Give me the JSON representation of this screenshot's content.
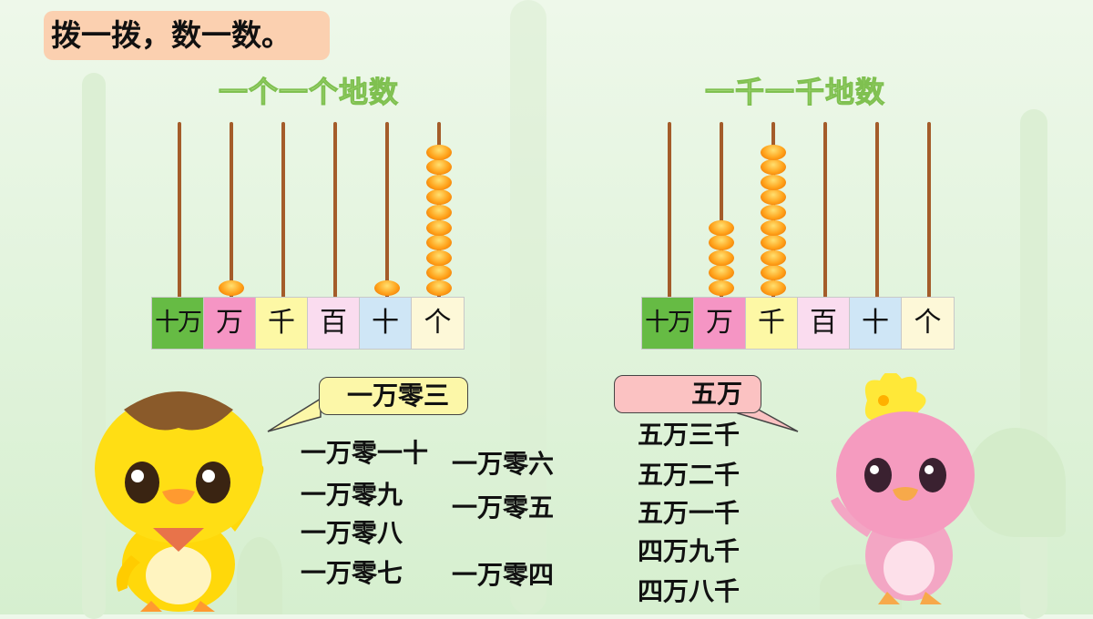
{
  "title": "拨一拨，数一数。",
  "left_abacus": {
    "title": "一个一个地数",
    "columns": [
      {
        "label": "十万",
        "beads": 0,
        "color": "#66bb44"
      },
      {
        "label": "万",
        "beads": 1,
        "color": "#f595c4"
      },
      {
        "label": "千",
        "beads": 0,
        "color": "#fdf8a5"
      },
      {
        "label": "百",
        "beads": 0,
        "color": "#fadcef"
      },
      {
        "label": "十",
        "beads": 1,
        "color": "#cfe6f6"
      },
      {
        "label": "个",
        "beads": 10,
        "color": "#fdf8d8"
      }
    ]
  },
  "right_abacus": {
    "title": "一千一千地数",
    "columns": [
      {
        "label": "十万",
        "beads": 0,
        "color": "#66bb44"
      },
      {
        "label": "万",
        "beads": 5,
        "color": "#f595c4"
      },
      {
        "label": "千",
        "beads": 10,
        "color": "#fdf8a5"
      },
      {
        "label": "百",
        "beads": 0,
        "color": "#fadcef"
      },
      {
        "label": "十",
        "beads": 0,
        "color": "#cfe6f6"
      },
      {
        "label": "个",
        "beads": 0,
        "color": "#fdf8d8"
      }
    ]
  },
  "left_bubble": {
    "text": "一万零三",
    "color": "#fcf7a8"
  },
  "right_bubble": {
    "text": "五万",
    "color": "#fbc2c2"
  },
  "left_list": {
    "col1": [
      "一万零一十",
      "一万零九",
      "一万零八",
      "一万零七"
    ],
    "col2": [
      "一万零六",
      "一万零五",
      "一万零四"
    ]
  },
  "right_list": [
    "五万三千",
    "五万二千",
    "五万一千",
    "四万九千",
    "四万八千"
  ],
  "colors": {
    "bead": "#ff9a1a",
    "rod": "#a45c2a",
    "title_bg": "#fbd0b0"
  }
}
